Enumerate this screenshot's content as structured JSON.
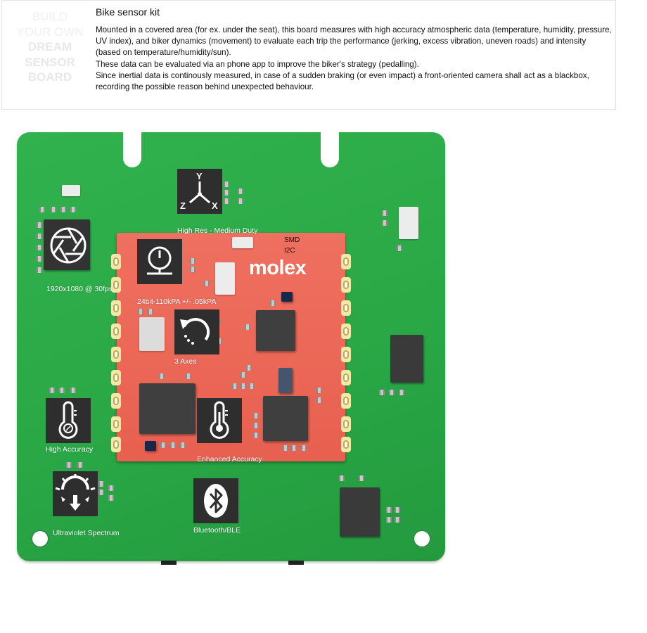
{
  "header": {
    "logo_line1": "BUILD",
    "logo_line2": "YOUR OWN",
    "logo_line3": "DREAM",
    "logo_line4": "SENSOR",
    "logo_line5": "BOARD",
    "title": "Bike sensor kit",
    "paragraph1": "Mounted in a covered area (for ex. under the seat), this board measures with high accuracy atmospheric data (temperature, humidity, pressure, UV index), and biker dynamics (movement) to evaluate each trip the performance (jerking, excess vibration, uneven roads) and intensity (based on temperature/humidity/sun).",
    "paragraph2": "These data can be evaluated via an phone app to improve the biker's strategy (pedalling).",
    "paragraph3": "Since inertial data is continously measured, in case of a sudden braking (or even impact) a front-oriented camera shall act as a blackbox, recording the possible reason behind unexpected behaviour."
  },
  "board": {
    "module_brand": "molex",
    "labels": {
      "accelerometer": "High Res - Medium Duty",
      "camera": "1920x1080 @ 30fps",
      "smd": "SMD",
      "i2c": "I2C",
      "pressure": "24bit-110kPA +/- .05kPA",
      "gyro": "3 Axes",
      "humidity": "High Accuracy",
      "temperature": "Enhanced Accuracy",
      "uv": "Ultraviolet Spectrum",
      "bluetooth": "Bluetooth/BLE"
    },
    "axes": {
      "y": "Y",
      "z": "Z",
      "x": "X"
    },
    "icons": [
      "axes-icon",
      "camera-shutter-icon",
      "pressure-gauge-icon",
      "rotate-icon",
      "humidity-thermometer-icon",
      "thermometer-icon",
      "uv-sun-icon",
      "bluetooth-icon"
    ],
    "colors": {
      "pcb": "#2aa846",
      "module": "#e8604f",
      "icon_bg": "#2e2e2e"
    }
  }
}
